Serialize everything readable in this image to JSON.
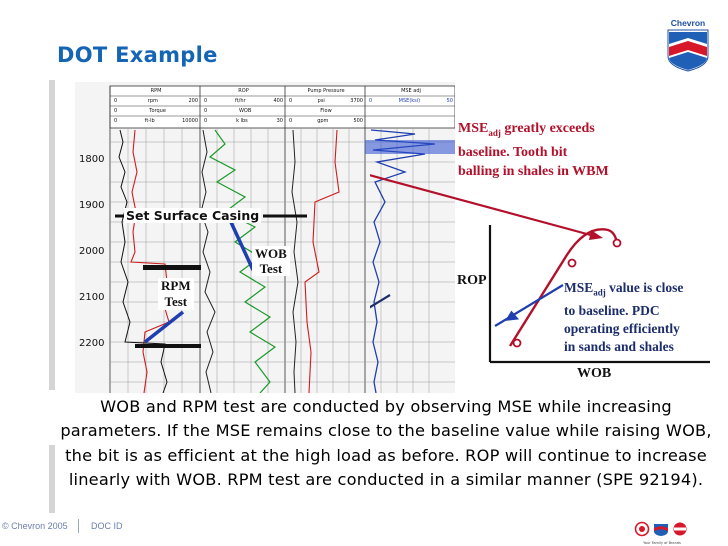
{
  "slide": {
    "title": "DOT Example",
    "body": "WOB and RPM test are conducted by observing MSE while increasing parameters.  If the MSE remains close to the baseline value while raising WOB, the bit is as efficient at the high load as before.  ROP will continue to increase linearly with WOB. RPM test are conducted in a similar manner (SPE 92194).",
    "footer_copyright": "© Chevron 2005",
    "footer_docid": "DOC ID",
    "logo_text": "Chevron",
    "badges_caption": "Your Family of Brands"
  },
  "log": {
    "tracks": [
      {
        "header": "RPM",
        "row1": [
          "0",
          "rpm",
          "200"
        ],
        "row2": [
          "0",
          "Torque",
          ""
        ],
        "row3": [
          "0",
          "ft-lb",
          "10000"
        ]
      },
      {
        "header": "ROP",
        "row1": [
          "0",
          "ft/hr",
          "400"
        ],
        "row2": [
          "0",
          "WOB",
          ""
        ],
        "row3": [
          "0",
          "k lbs",
          "30"
        ]
      },
      {
        "header": "Pump Pressure",
        "row1": [
          "0",
          "psi",
          "3700"
        ],
        "row2": [
          "",
          "Flow",
          ""
        ],
        "row3": [
          "0",
          "gpm",
          "500"
        ]
      },
      {
        "header": "MSE adj",
        "row1": [
          "0",
          "MSE(ksi)",
          "50"
        ],
        "row2": [
          "",
          "",
          ""
        ],
        "row3": [
          "",
          "",
          ""
        ]
      }
    ],
    "depths": [
      "1800",
      "1900",
      "2000",
      "2100",
      "2200"
    ],
    "set_casing": "Set Surface Casing",
    "wob_test": [
      "WOB",
      "Test"
    ],
    "rpm_test": [
      "RPM",
      "Test"
    ]
  },
  "annotations": {
    "top_callout": [
      "greatly exceeds",
      "baseline.  Tooth bit",
      "balling in shales in WBM"
    ],
    "mse_prefix": "MSE",
    "mse_sub": "adj",
    "bottom_callout_first": "value is close",
    "bottom_callout": [
      "to baseline.  PDC",
      "operating efficiently",
      "in sands and shales"
    ],
    "y_axis": "ROP",
    "x_axis": "WOB"
  }
}
